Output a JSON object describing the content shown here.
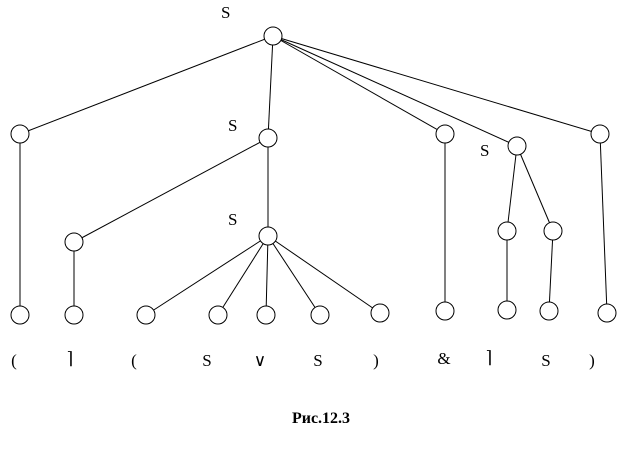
{
  "figure": {
    "caption": "Рис.12.3",
    "node_labels": [
      "S",
      "S",
      "S",
      "S"
    ],
    "leaf_symbols": [
      "(",
      "⌉",
      "(",
      "S",
      "∨",
      "S",
      ")",
      "&",
      "⌉",
      "S",
      ")"
    ]
  }
}
